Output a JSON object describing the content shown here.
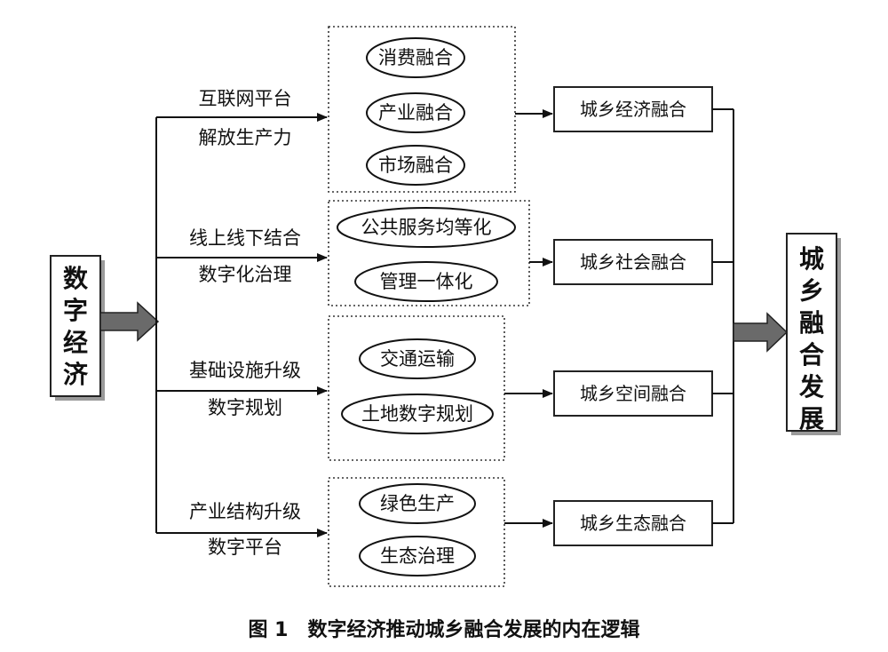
{
  "source_node": {
    "chars": [
      "数",
      "字",
      "经",
      "济"
    ]
  },
  "target_node": {
    "chars": [
      "城",
      "乡",
      "融",
      "合",
      "发",
      "展"
    ]
  },
  "branches": [
    {
      "label_top": "互联网平台",
      "label_bottom": "解放生产力",
      "items": [
        "消费融合",
        "产业融合",
        "市场融合"
      ],
      "result": "城乡经济融合"
    },
    {
      "label_top": "线上线下结合",
      "label_bottom": "数字化治理",
      "items": [
        "公共服务均等化",
        "管理一体化"
      ],
      "result": "城乡社会融合"
    },
    {
      "label_top": "基础设施升级",
      "label_bottom": "数字规划",
      "items": [
        "交通运输",
        "土地数字规划"
      ],
      "result": "城乡空间融合"
    },
    {
      "label_top": "产业结构升级",
      "label_bottom": "数字平台",
      "items": [
        "绿色生产",
        "生态治理"
      ],
      "result": "城乡生态融合"
    }
  ],
  "caption": "图 1　数字经济推动城乡融合发展的内在逻辑"
}
